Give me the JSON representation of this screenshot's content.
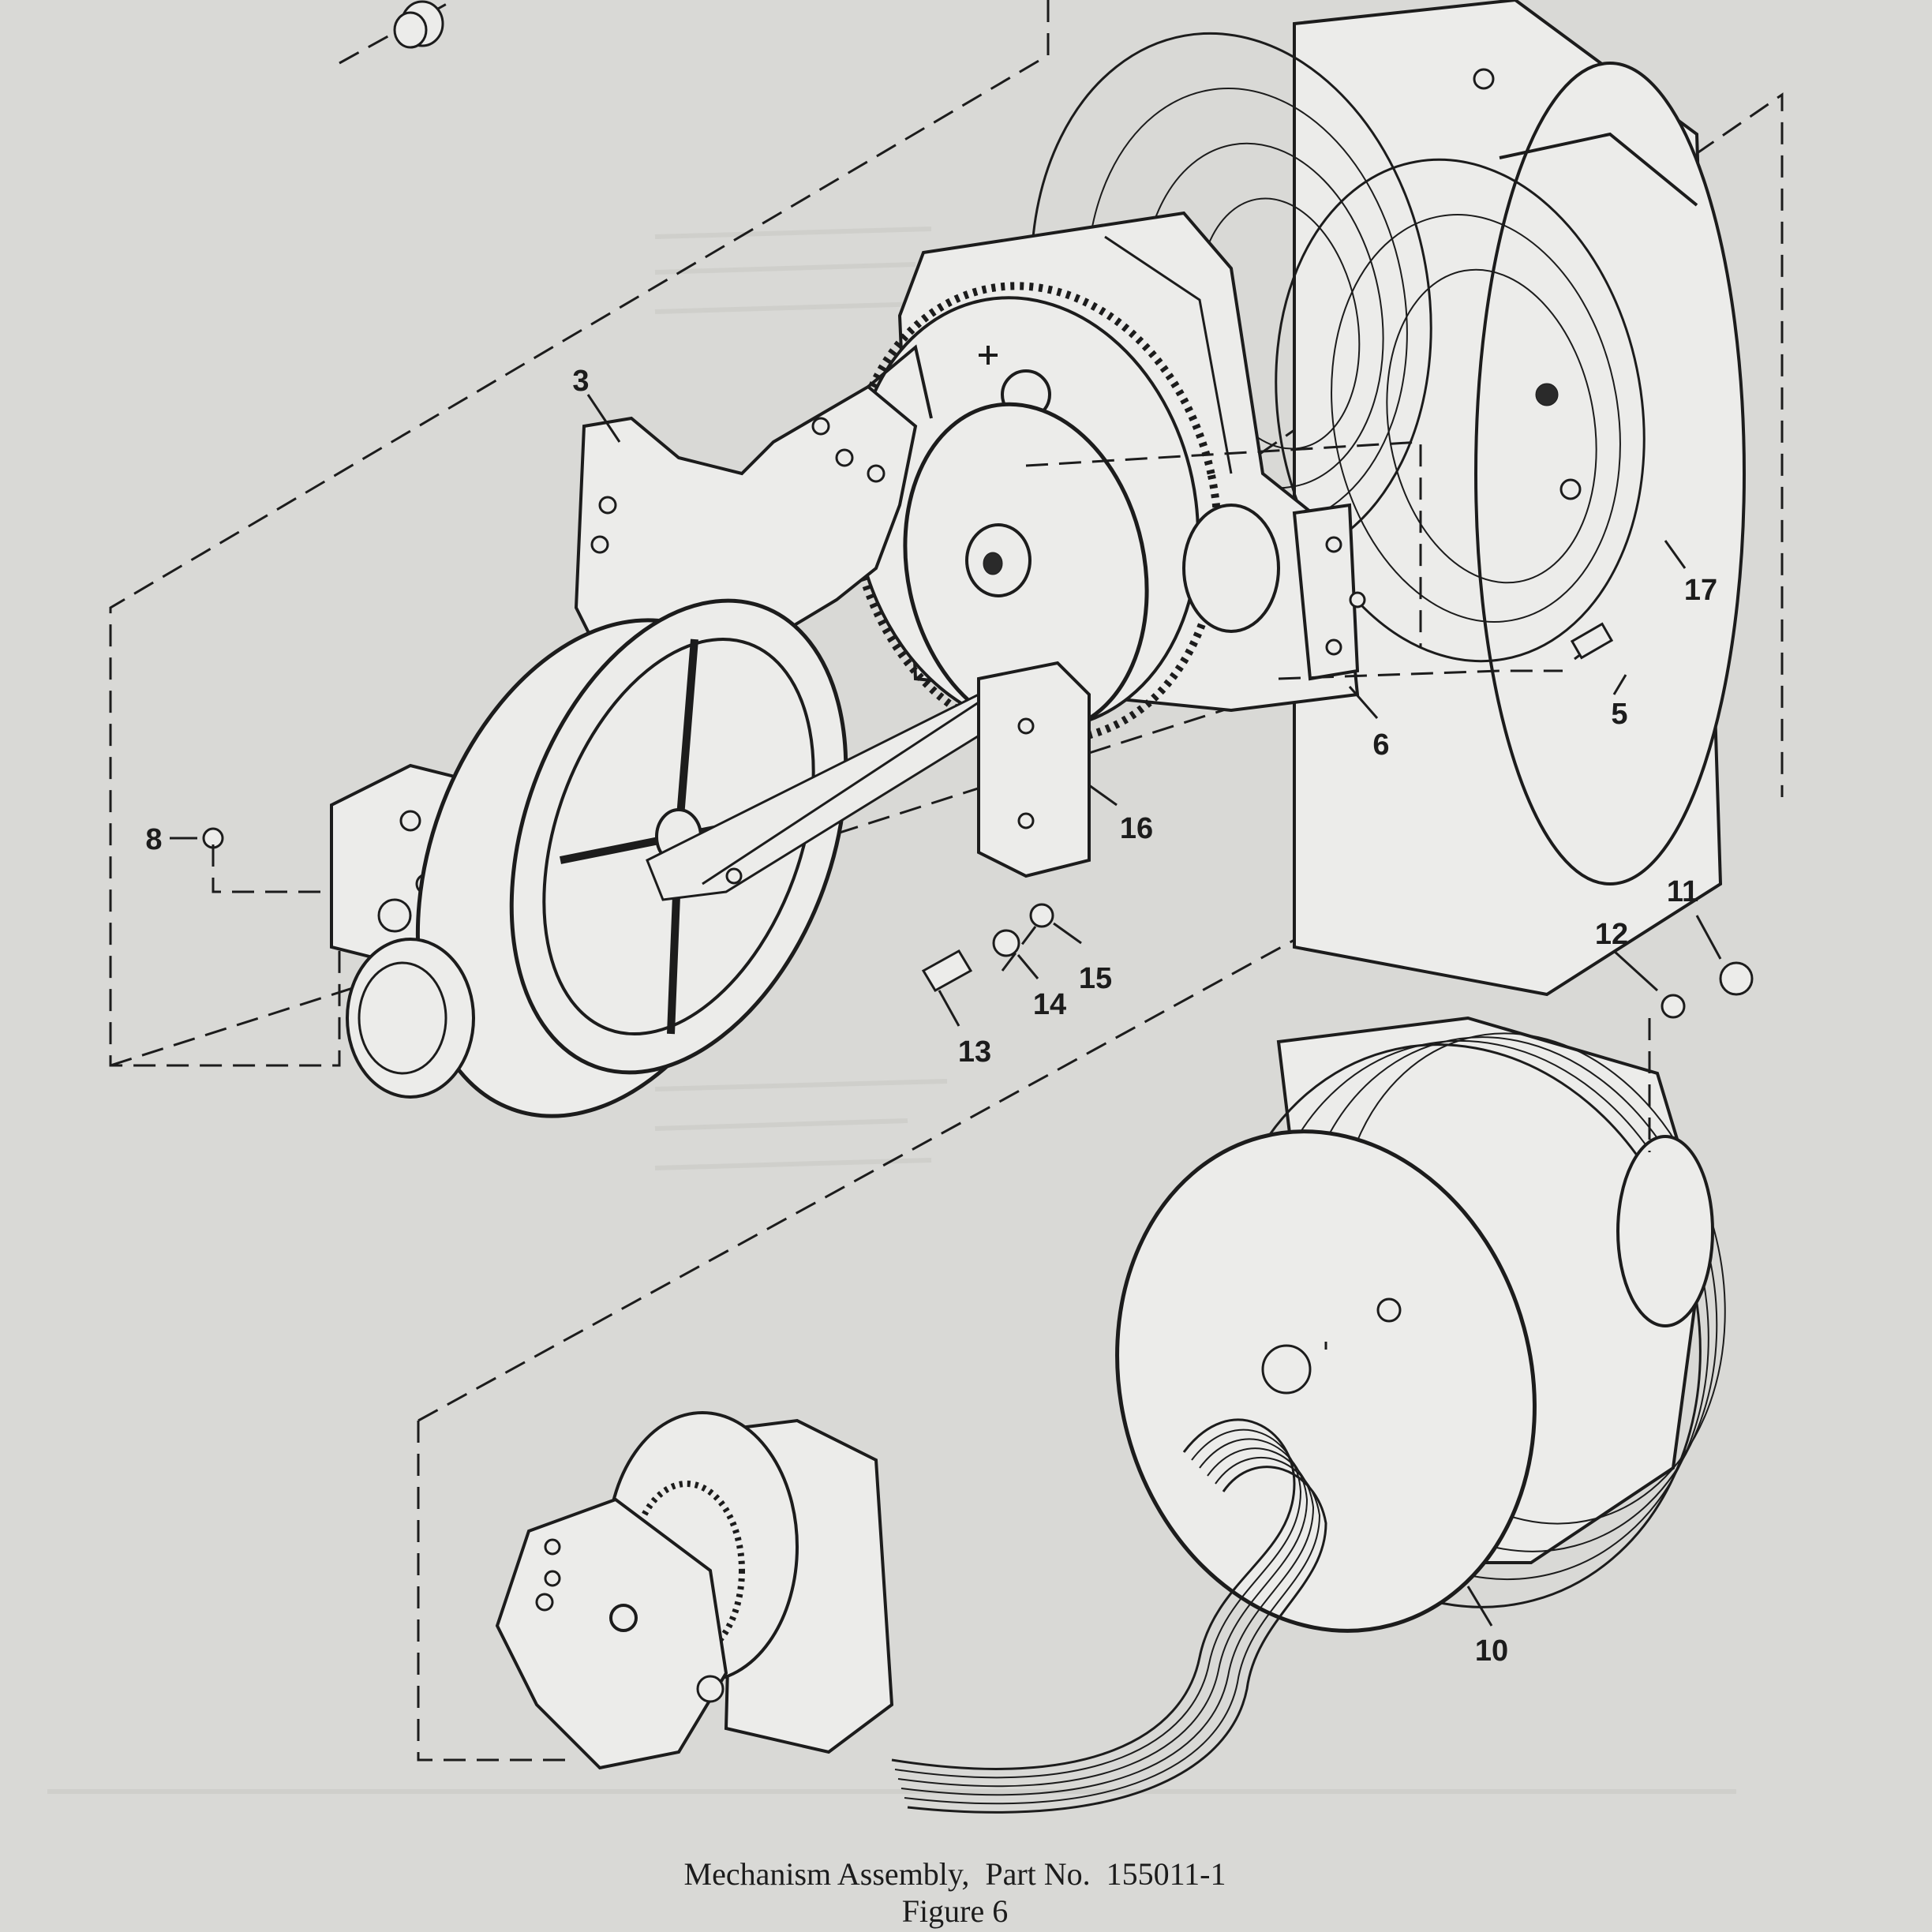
{
  "callouts": [
    "3",
    "5",
    "6",
    "8",
    "10",
    "11",
    "12",
    "13",
    "14",
    "15",
    "16",
    "17"
  ],
  "caption": {
    "title": "Mechanism Assembly,  Part No.  155011-1",
    "figure": "Figure 6"
  },
  "colors": {
    "paper": "#d9d9d6",
    "ink": "#1c1c1c",
    "part_fill": "#ececea"
  }
}
